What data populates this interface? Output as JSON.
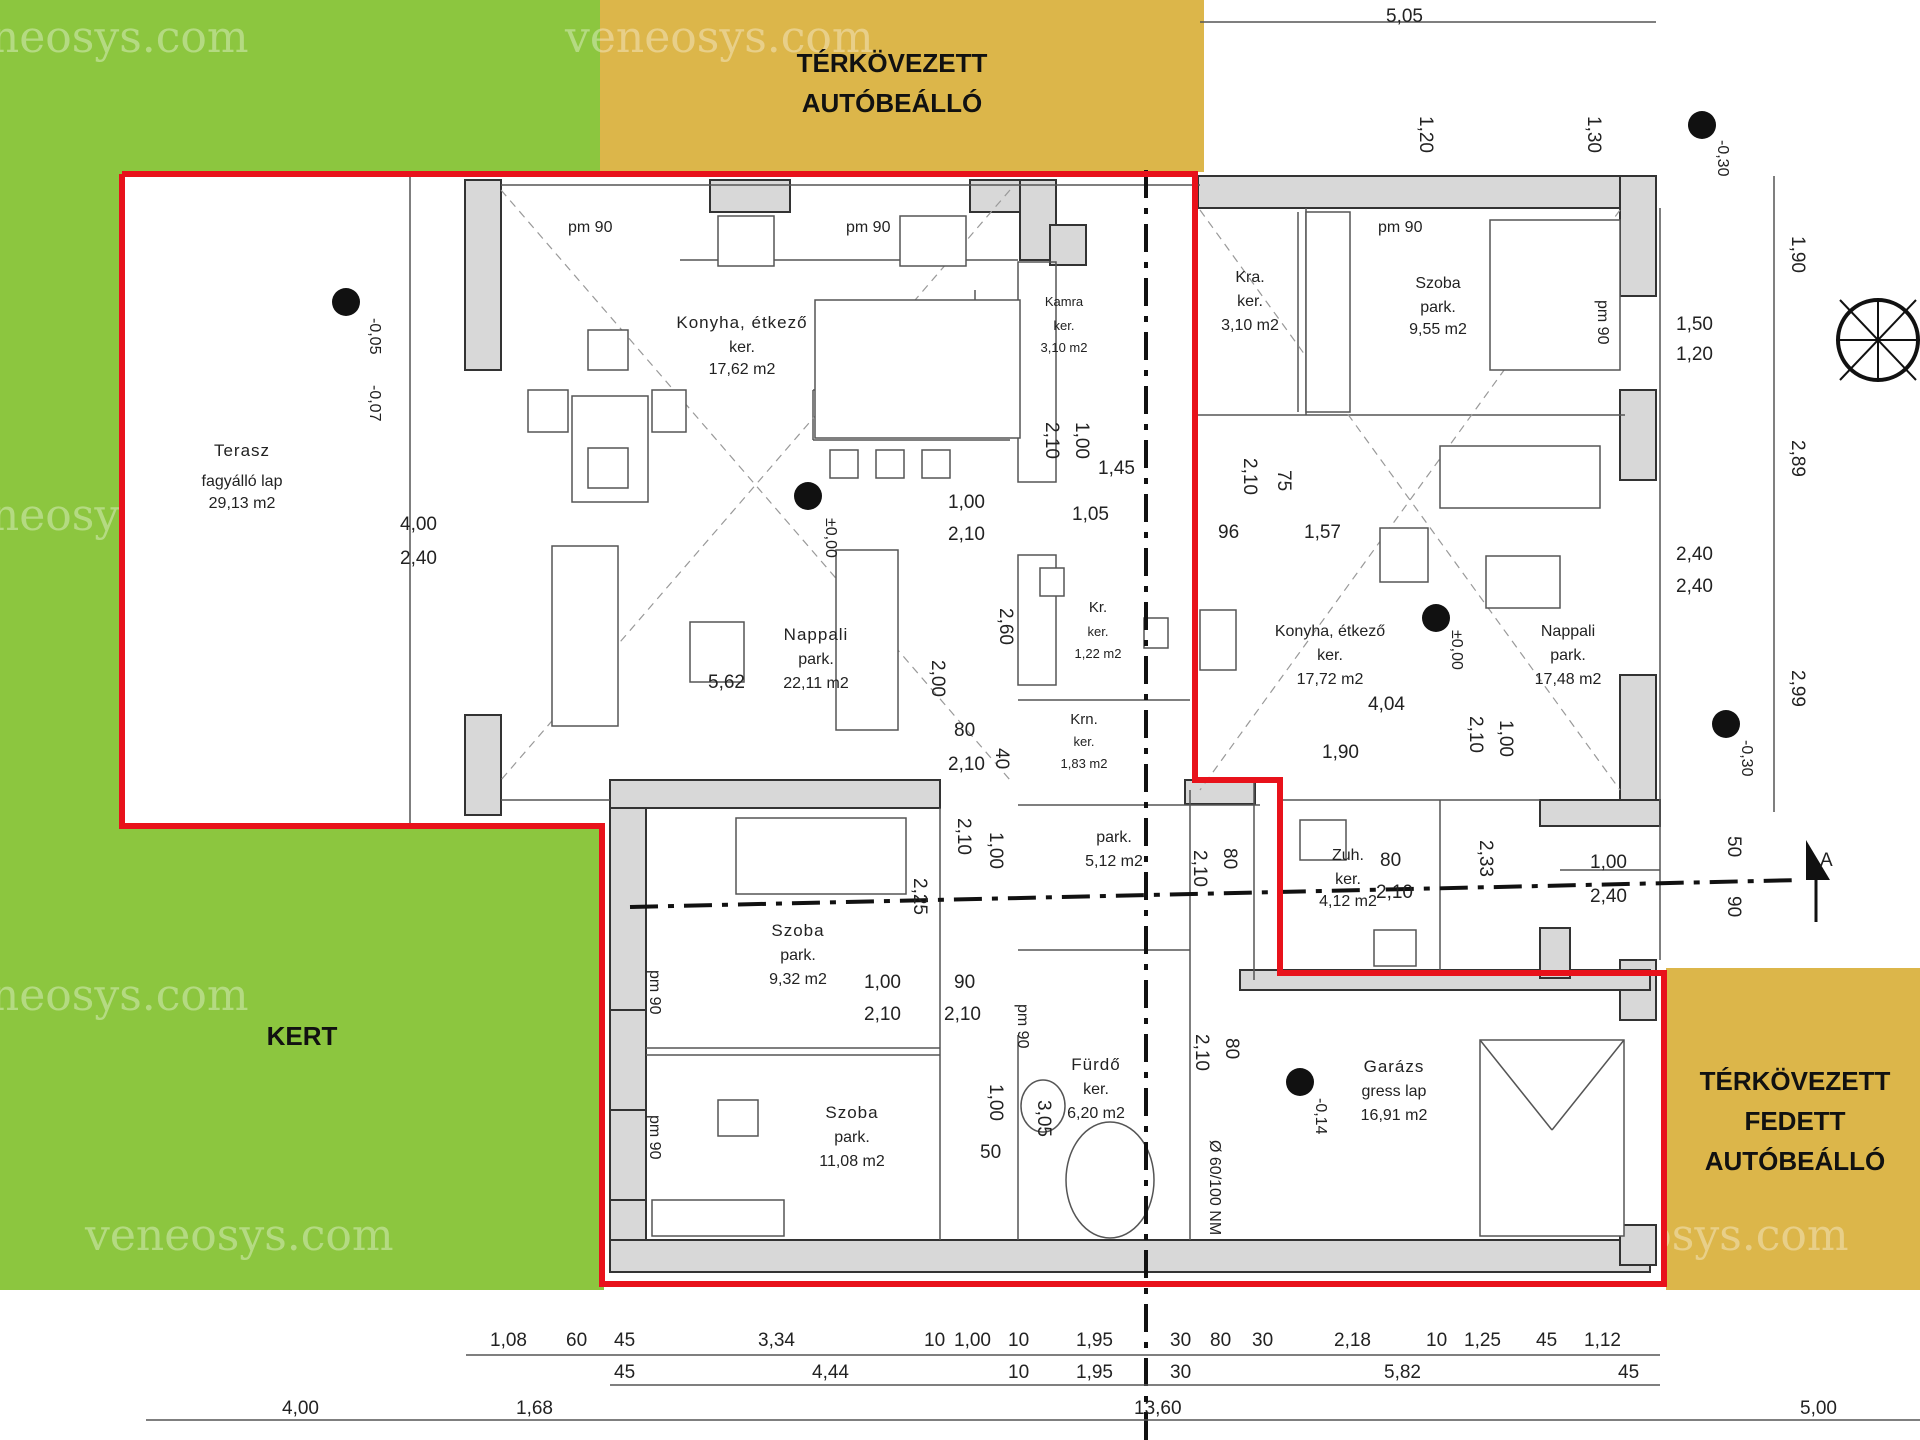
{
  "zones": {
    "parking_top": [
      "TÉRKÖVEZETT",
      "AUTÓBEÁLLÓ"
    ],
    "garden": "KERT",
    "parking_covered": [
      "TÉRKÖVEZETT",
      "FEDETT",
      "AUTÓBEÁLLÓ"
    ]
  },
  "watermark": "veneosys.com",
  "colors": {
    "garden": "#8cc63f",
    "parking": "#dcb64a",
    "outline": "#e8121b"
  },
  "rooms_left": [
    {
      "name": "Terasz",
      "floor": "fagyálló lap",
      "area": "29,13 m2"
    },
    {
      "name": "Konyha, étkező",
      "floor": "ker.",
      "area": "17,62 m2"
    },
    {
      "name": "Nappali",
      "floor": "park.",
      "area": "22,11 m2"
    },
    {
      "name": "Kamra",
      "floor": "ker.",
      "area": "3,10 m2"
    },
    {
      "name": "Kr.",
      "floor": "ker.",
      "area": "1,22 m2"
    },
    {
      "name": "Krn.",
      "floor": "ker.",
      "area": "1,83 m2"
    },
    {
      "name": "Szoba",
      "floor": "park.",
      "area": "9,32 m2"
    },
    {
      "name": "Szoba",
      "floor": "park.",
      "area": "11,08 m2"
    },
    {
      "name": "Fürdő",
      "floor": "ker.",
      "area": "6,20 m2"
    },
    {
      "name": "",
      "floor": "park.",
      "area": "5,12 m2"
    }
  ],
  "rooms_right": [
    {
      "name": "Kra.",
      "floor": "ker.",
      "area": "3,10 m2"
    },
    {
      "name": "Szoba",
      "floor": "park.",
      "area": "9,55 m2"
    },
    {
      "name": "Konyha, étkező",
      "floor": "ker.",
      "area": "17,72 m2"
    },
    {
      "name": "Nappali",
      "floor": "park.",
      "area": "17,48 m2"
    },
    {
      "name": "Zuh.",
      "floor": "ker.",
      "area": "4,12 m2"
    },
    {
      "name": "Garázs",
      "floor": "gress lap",
      "area": "16,91 m2"
    }
  ],
  "levels": [
    "-0,05",
    "-0,07",
    "±0,00",
    "±0,00",
    "-0,30",
    "-0,30",
    "-0,14"
  ],
  "dims_inner": [
    "pm 90",
    "pm 90",
    "pm 90",
    "pm 90",
    "pm 90",
    "pm 90",
    "pm 90",
    "4,00",
    "2,40",
    "5,62",
    "1,00",
    "2,10",
    "1,05",
    "1,45",
    "2,10",
    "1,00",
    "2,60",
    "2,00",
    "80",
    "2,10",
    "40",
    "1,00",
    "2,10",
    "2,25",
    "1,00",
    "2,10",
    "90",
    "2,10",
    "1,00",
    "50",
    "3,05",
    "96",
    "1,57",
    "2,10",
    "75",
    "4,04",
    "1,90",
    "1,00",
    "2,10",
    "80",
    "2,10",
    "2,33",
    "1,00",
    "2,40",
    "80",
    "2,10",
    "2,10",
    "80",
    "Ø 60/100 NM"
  ],
  "dims_top": [
    "5,05",
    "1,30",
    "1,20",
    "-0,30"
  ],
  "dims_right": [
    "1,90",
    "1,50",
    "1,20",
    "2,89",
    "2,40",
    "2,40",
    "2,99",
    "50",
    "90"
  ],
  "dims_bottom_row1": [
    "1,08",
    "60",
    "45",
    "3,34",
    "10",
    "1,00",
    "10",
    "1,95",
    "30",
    "80",
    "30",
    "2,18",
    "10",
    "1,25",
    "45",
    "1,12"
  ],
  "dims_bottom_row2": [
    "45",
    "4,44",
    "10",
    "1,95",
    "30",
    "5,82",
    "45"
  ],
  "dims_bottom_row3": [
    "4,00",
    "1,68",
    "13,60",
    "5,00"
  ],
  "section_marker": "A"
}
